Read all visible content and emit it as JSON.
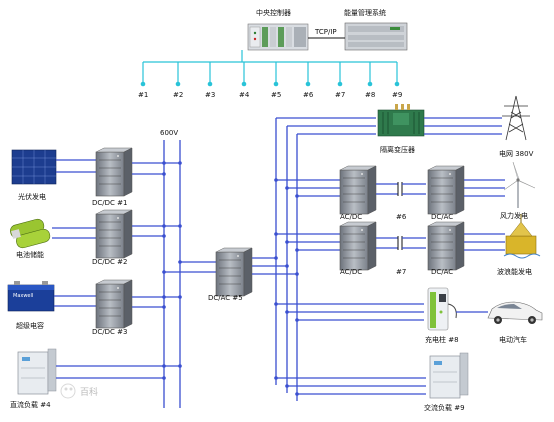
{
  "top": {
    "controller_label": "中央控制器",
    "ems_label": "能量管理系统",
    "protocol_label": "TCP/IP",
    "ports": [
      "#1",
      "#2",
      "#3",
      "#4",
      "#5",
      "#6",
      "#7",
      "#8",
      "#9"
    ]
  },
  "dc_bus_label": "600V",
  "left": {
    "pv_label": "光伏发电",
    "battery_label": "电池储能",
    "supercap_label": "超级电容",
    "dc_load_label": "直流负载 #4",
    "maxwell_text": "Maxwell"
  },
  "converters": {
    "dcdc1": "DC/DC  #1",
    "dcdc2": "DC/DC  #2",
    "dcdc3": "DC/DC  #3",
    "dcac5": "DC/AC  #5",
    "acdc6": "AC/DC",
    "dcac6": "DC/AC",
    "tag6": "#6",
    "acdc7": "AC/DC",
    "dcac7": "DC/AC",
    "tag7": "#7"
  },
  "right": {
    "transformer_label": "隔离变压器",
    "grid_label": "电网  380V",
    "wind_label": "风力发电",
    "wave_label": "波浪能发电",
    "charger_label": "充电柱 #8",
    "ev_label": "电动汽车",
    "ac_load_label": "交流负载 #9"
  },
  "watermark": "百科",
  "colors": {
    "bus": "#3a4fd0",
    "comm": "#29c3d8",
    "cabinet": "#8a9099",
    "charger_green": "#7fc23a",
    "battery_green": "#9ac531",
    "supercap_blue": "#1b3f9a",
    "transformer_green": "#2f7a4c"
  }
}
